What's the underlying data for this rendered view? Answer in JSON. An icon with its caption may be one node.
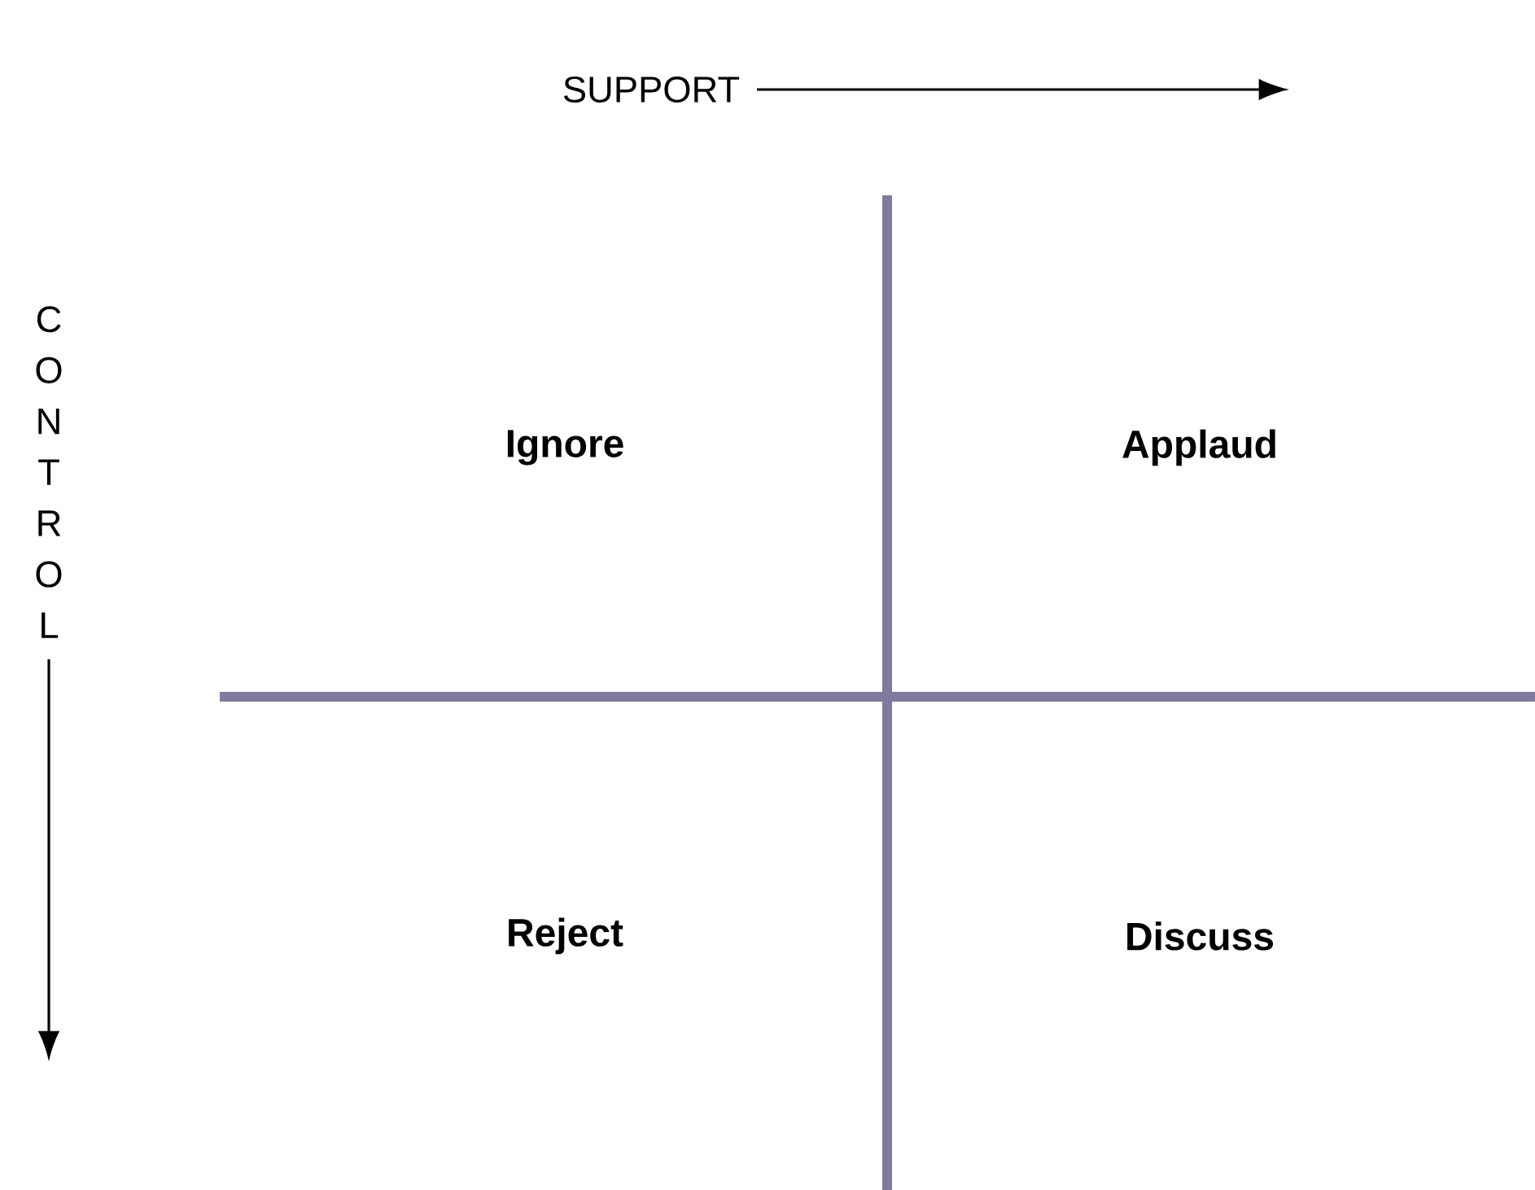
{
  "diagram": {
    "labels": [
      "SUPPORT",
      "CONTROL",
      "Ignore",
      "Applaud",
      "Reject",
      "Discuss"
    ]
  }
}
